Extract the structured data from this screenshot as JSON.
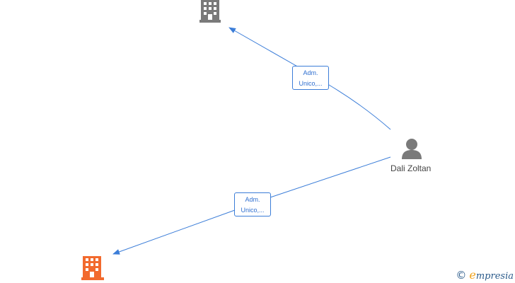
{
  "nodes": {
    "company_top": {
      "type": "company",
      "icon": "building-icon",
      "color": "#7a7a7a"
    },
    "company_bottom": {
      "type": "company",
      "icon": "building-icon",
      "color": "#f26a2e"
    },
    "person": {
      "type": "person",
      "icon": "person-icon",
      "label": "Dali Zoltan",
      "color": "#7a7a7a"
    }
  },
  "edges": [
    {
      "from": "person",
      "to": "company_top",
      "label_line1": "Adm.",
      "label_line2": "Unico,..."
    },
    {
      "from": "person",
      "to": "company_bottom",
      "label_line1": "Adm.",
      "label_line2": "Unico,..."
    }
  ],
  "colors": {
    "edge": "#3b7dd8",
    "label_text": "#2f6fd0"
  },
  "watermark": {
    "copyright": "©",
    "brand_initial": "e",
    "brand_rest": "mpresia"
  }
}
